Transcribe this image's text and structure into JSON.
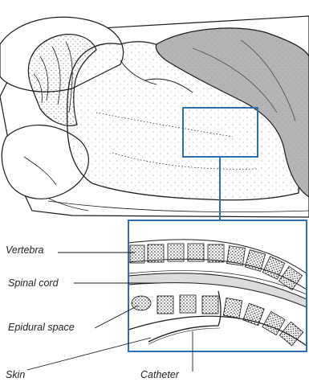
{
  "labels": {
    "vertebra": "Vertebra",
    "spinal_cord": "Spinal cord",
    "epidural_space": "Epidural space",
    "skin": "Skin",
    "catheter": "Catheter"
  },
  "colors": {
    "outline": "#1a1a1a",
    "frame": "#2d6fb5",
    "blanket": "#b5b5b5",
    "background": "#ffffff"
  }
}
